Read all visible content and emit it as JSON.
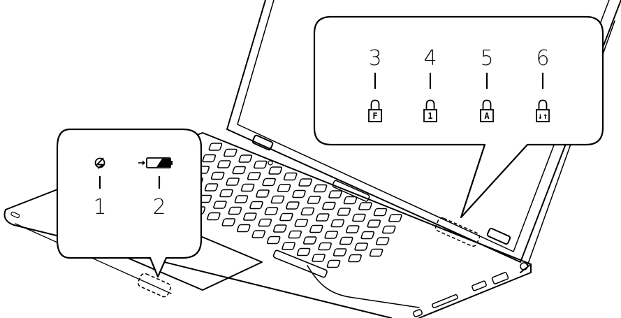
{
  "indicators": [
    {
      "number": "1",
      "icon": "power-icon"
    },
    {
      "number": "2",
      "icon": "battery-charging-icon"
    },
    {
      "number": "3",
      "icon": "fn-lock-icon",
      "glyph": "F"
    },
    {
      "number": "4",
      "icon": "num-lock-icon",
      "glyph": "1"
    },
    {
      "number": "5",
      "icon": "caps-lock-icon",
      "glyph": "A"
    },
    {
      "number": "6",
      "icon": "scroll-lock-icon",
      "glyph": "↓↑"
    }
  ]
}
